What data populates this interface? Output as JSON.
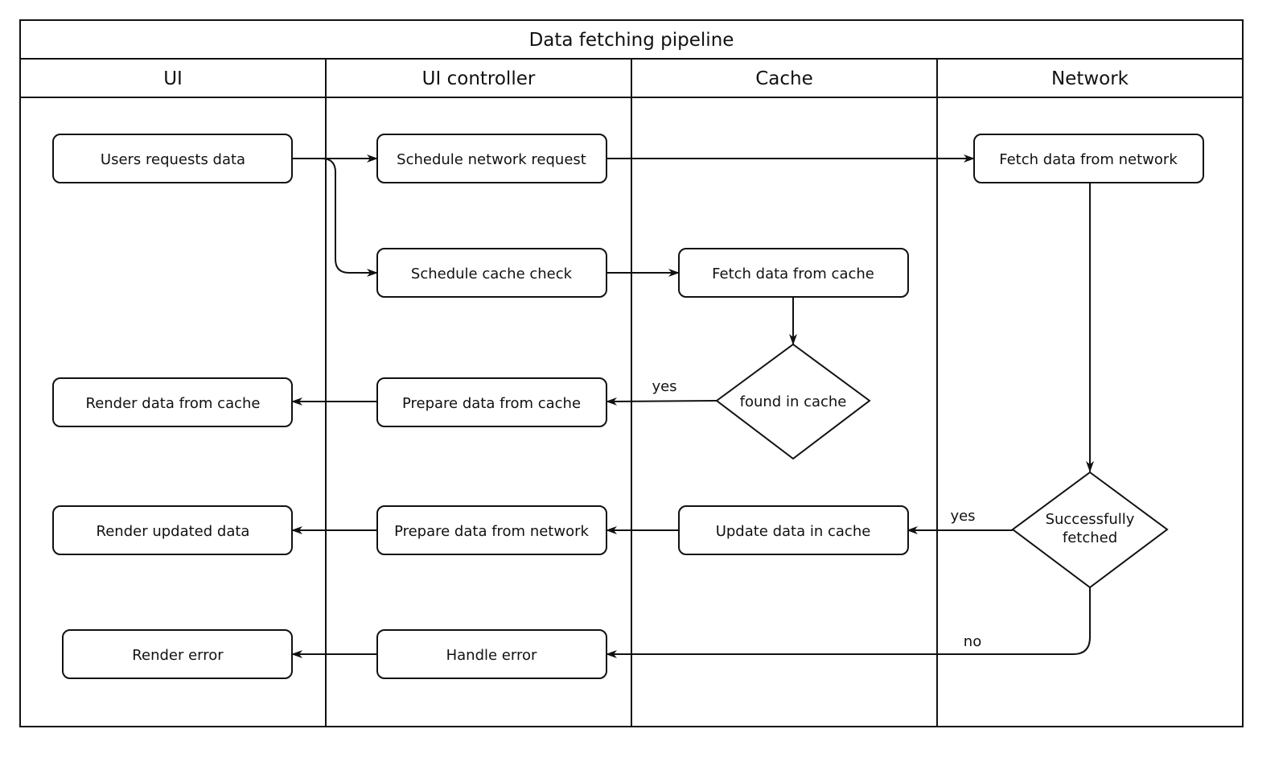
{
  "title": "Data fetching pipeline",
  "lanes": [
    "UI",
    "UI controller",
    "Cache",
    "Network"
  ],
  "nodes": [
    {
      "id": "n1",
      "label": "Users requests data"
    },
    {
      "id": "n2",
      "label": "Schedule network request"
    },
    {
      "id": "n3",
      "label": "Fetch data from network"
    },
    {
      "id": "n4",
      "label": "Schedule cache check"
    },
    {
      "id": "n5",
      "label": "Fetch data from cache"
    },
    {
      "id": "n6",
      "label": "found in cache"
    },
    {
      "id": "n7",
      "label": "Render data from cache"
    },
    {
      "id": "n8",
      "label": "Prepare data from cache"
    },
    {
      "id": "n9",
      "label": "Successfully fetched"
    },
    {
      "id": "n10",
      "label": "Render updated data"
    },
    {
      "id": "n11",
      "label": "Prepare data from network"
    },
    {
      "id": "n12",
      "label": "Update data in cache"
    },
    {
      "id": "n13",
      "label": "Render error"
    },
    {
      "id": "n14",
      "label": "Handle error"
    }
  ],
  "edges": [
    {
      "from": "n1",
      "to": "n2",
      "label": ""
    },
    {
      "from": "n1",
      "to": "n4",
      "label": ""
    },
    {
      "from": "n2",
      "to": "n3",
      "label": ""
    },
    {
      "from": "n4",
      "to": "n5",
      "label": ""
    },
    {
      "from": "n5",
      "to": "n6",
      "label": ""
    },
    {
      "from": "n6",
      "to": "n8",
      "label": "yes"
    },
    {
      "from": "n8",
      "to": "n7",
      "label": ""
    },
    {
      "from": "n3",
      "to": "n9",
      "label": ""
    },
    {
      "from": "n9",
      "to": "n12",
      "label": "yes"
    },
    {
      "from": "n12",
      "to": "n11",
      "label": ""
    },
    {
      "from": "n11",
      "to": "n10",
      "label": ""
    },
    {
      "from": "n9",
      "to": "n14",
      "label": "no"
    },
    {
      "from": "n14",
      "to": "n13",
      "label": ""
    }
  ]
}
